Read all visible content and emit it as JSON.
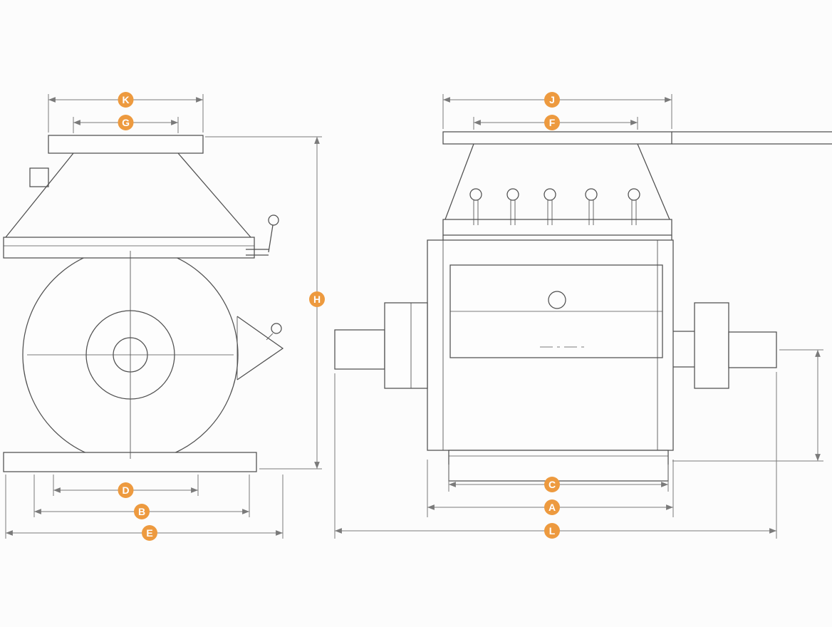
{
  "colors": {
    "outline": "#4f4f4f",
    "dimension_lines": "#7a7a7a",
    "label_background": "#ED9A3F",
    "label_text": "#FFFFFF",
    "page_background": "#fcfcfc"
  },
  "dim_labels": {
    "K": "K",
    "G": "G",
    "H": "H",
    "D": "D",
    "B": "B",
    "E": "E",
    "J": "J",
    "F": "F",
    "C": "C",
    "A": "A",
    "L": "L"
  }
}
